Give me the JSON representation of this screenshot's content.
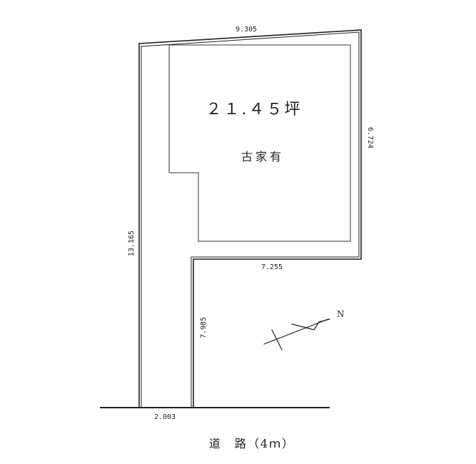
{
  "plot": {
    "area_label": "２１.４５坪",
    "building_label": "古家有"
  },
  "dimensions": {
    "top": "9.305",
    "right": "6.724",
    "inner_horizontal": "7.255",
    "left": "13.165",
    "inner_vertical": "7.985",
    "frontage": "2.003"
  },
  "road": {
    "label": "道　路（4ｍ）"
  },
  "compass": {
    "north_label": "N"
  },
  "colors": {
    "line": "#222222",
    "background": "#ffffff"
  }
}
